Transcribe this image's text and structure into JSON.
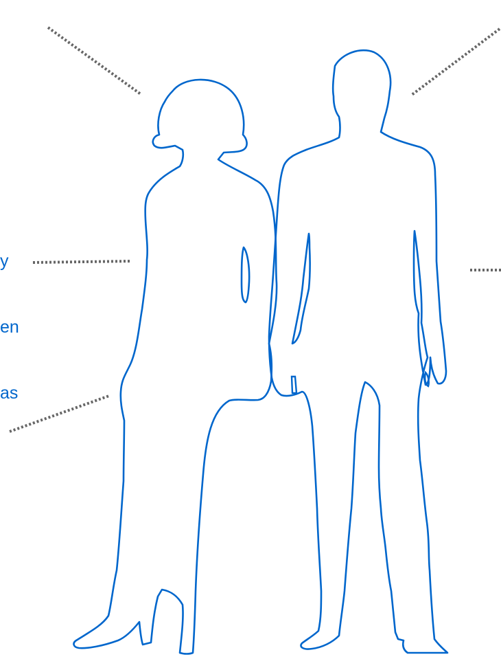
{
  "palette": {
    "outline": "#0066cc",
    "callout_text": "#0066cc",
    "leader_line": "#666666",
    "background": "#ffffff"
  },
  "figures": [
    {
      "name": "woman-silhouette-icon"
    },
    {
      "name": "man-silhouette-icon"
    }
  ],
  "callouts": {
    "left_text_lines": [
      "y",
      "en",
      "as"
    ]
  },
  "leader_lines": {
    "style": "dotted",
    "count": 5
  }
}
